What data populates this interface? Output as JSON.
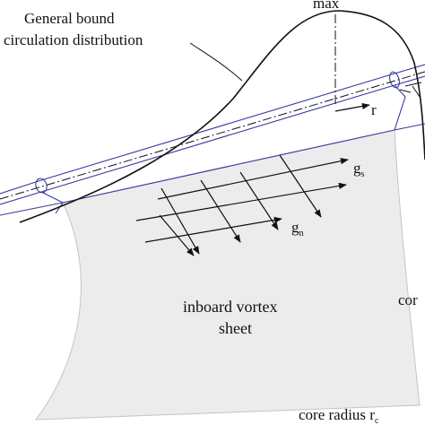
{
  "labels": {
    "general_bound_line1": "General bound",
    "general_bound_line2": "circulation distribution",
    "max": "max",
    "r": "r",
    "g": "g",
    "s_sub": "s",
    "n_sub": "n",
    "inboard_line1": "inboard vortex",
    "inboard_line2": "sheet",
    "cor_cut": "cor",
    "core_radius": "core radius r",
    "c_sub": "c"
  },
  "colors": {
    "sheet_fill": "#ececec",
    "sheet_edge": "#b8b8b8",
    "blade_outline": "#3a3a9c",
    "curve": "#111111",
    "arrow": "#111111"
  }
}
